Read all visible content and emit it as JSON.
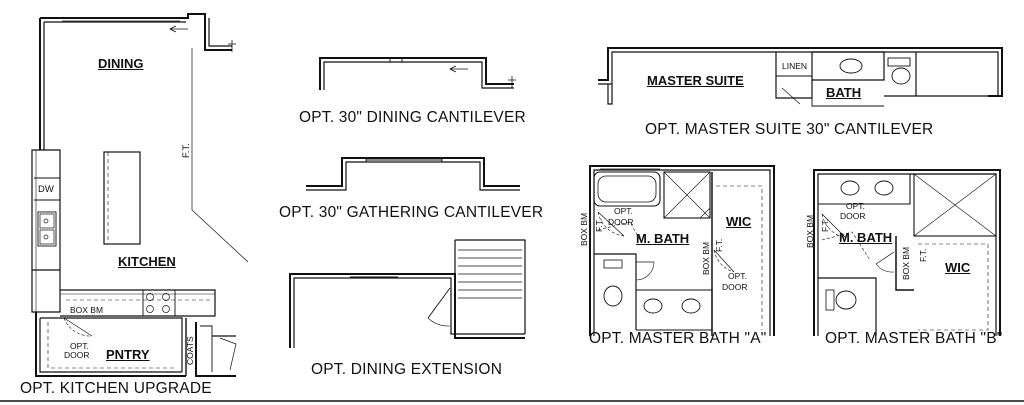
{
  "captions": {
    "kitchen": "OPT. KITCHEN UPGRADE",
    "dining_cantilever": "OPT. 30\" DINING CANTILEVER",
    "gathering_cantilever": "OPT. 30\" GATHERING CANTILEVER",
    "dining_extension": "OPT. DINING EXTENSION",
    "master_suite_cantilever": "OPT. MASTER SUITE 30\" CANTILEVER",
    "master_bath_a": "OPT. MASTER BATH \"A\"",
    "master_bath_b": "OPT. MASTER BATH \"B\""
  },
  "rooms": {
    "dining": "DINING",
    "kitchen": "KITCHEN",
    "pantry": "PNTRY",
    "master_suite": "MASTER SUITE",
    "bath": "BATH",
    "m_bath_a": "M. BATH",
    "wic_a": "WIC",
    "m_bath_b": "M. BATH",
    "wic_b": "WIC"
  },
  "notes": {
    "dw": "DW",
    "ft_kitchen": "F.T.",
    "box_bm_kitchen": "BOX BM",
    "opt_door_kitchen_1": "OPT.",
    "opt_door_kitchen_2": "DOOR",
    "coats": "COATS",
    "linen": "LINEN",
    "box_bm_a_left": "BOX BM",
    "ft_a_left": "F.T.",
    "opt_door_a_1": "OPT.",
    "opt_door_a_2": "DOOR",
    "box_bm_a_mid": "BOX BM",
    "ft_a_mid": "F.T.",
    "opt_door_a2_1": "OPT.",
    "opt_door_a2_2": "DOOR",
    "box_bm_b_left": "BOX BM",
    "ft_b_left": "F.T.",
    "opt_door_b_1": "OPT.",
    "opt_door_b_2": "DOOR",
    "box_bm_b_mid": "BOX BM",
    "ft_b_mid": "F.T."
  },
  "colors": {
    "line": "#111111",
    "background": "#ffffff"
  }
}
